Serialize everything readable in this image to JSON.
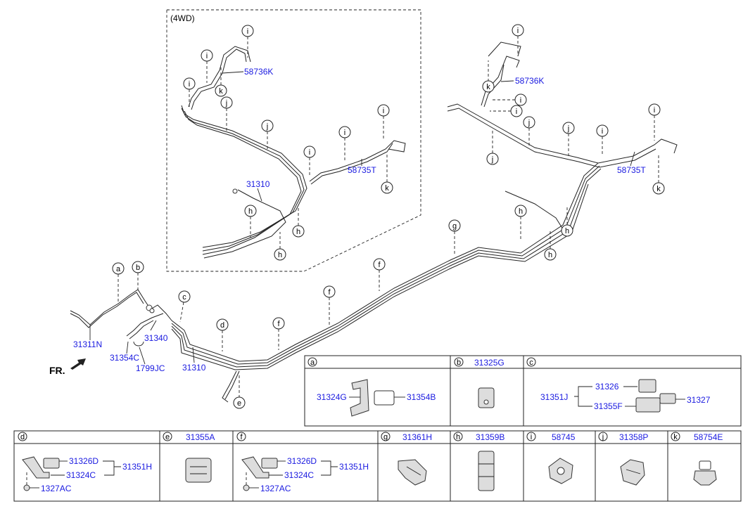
{
  "inset_label": "(4WD)",
  "fr_label": "FR.",
  "main_labels": {
    "p31311N": "31311N",
    "p31340": "31340",
    "p31354C": "31354C",
    "p1799JC": "1799JC",
    "p31310a": "31310",
    "p31310b": "31310",
    "p58736Ka": "58736K",
    "p58736Kb": "58736K",
    "p58735Ta": "58735T",
    "p58735Tb": "58735T"
  },
  "callouts": {
    "a": "a",
    "b": "b",
    "c": "c",
    "d": "d",
    "e": "e",
    "f": "f",
    "g": "g",
    "h": "h",
    "i": "i",
    "j": "j",
    "k": "k"
  },
  "table": {
    "row1": [
      {
        "key": "a",
        "title": "",
        "labels": [
          "31324G",
          "31354B"
        ]
      },
      {
        "key": "b",
        "title": "31325G",
        "labels": []
      },
      {
        "key": "c",
        "title": "",
        "labels": [
          "31351J",
          "31326",
          "31327",
          "31355F"
        ]
      }
    ],
    "row2": [
      {
        "key": "d",
        "title": "",
        "labels": [
          "31326D",
          "31351H",
          "31324C",
          "1327AC"
        ]
      },
      {
        "key": "e",
        "title": "31355A",
        "labels": []
      },
      {
        "key": "f",
        "title": "",
        "labels": [
          "31326D",
          "31351H",
          "31324C",
          "1327AC"
        ]
      },
      {
        "key": "g",
        "title": "31361H",
        "labels": []
      },
      {
        "key": "h",
        "title": "31359B",
        "labels": []
      },
      {
        "key": "i",
        "title": "58745",
        "labels": []
      },
      {
        "key": "j",
        "title": "31358P",
        "labels": []
      },
      {
        "key": "k",
        "title": "58754E",
        "labels": []
      }
    ]
  }
}
